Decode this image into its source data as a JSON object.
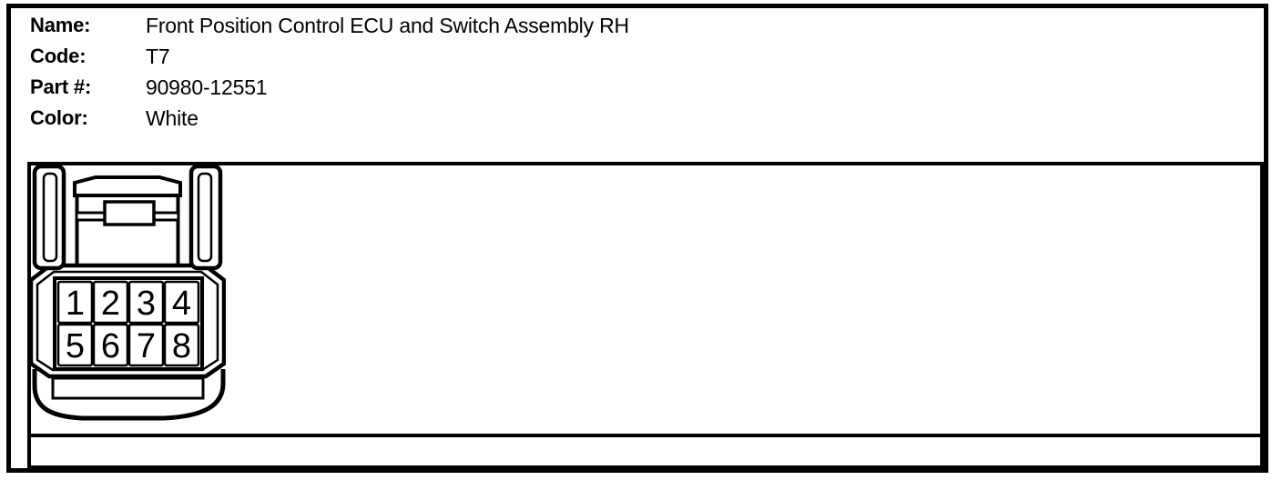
{
  "colors": {
    "ink": "#000000",
    "paper": "#ffffff"
  },
  "header": {
    "fields": [
      {
        "label": "Name:",
        "value": "Front Position Control ECU and Switch Assembly RH"
      },
      {
        "label": "Code:",
        "value": "T7"
      },
      {
        "label": "Part #:",
        "value": "90980-12551"
      },
      {
        "label": "Color:",
        "value": "White"
      }
    ]
  },
  "connector": {
    "view": "connector face drawing",
    "pin_layout": {
      "rows": 2,
      "cols": 4
    },
    "pins": [
      "1",
      "2",
      "3",
      "4",
      "5",
      "6",
      "7",
      "8"
    ]
  }
}
